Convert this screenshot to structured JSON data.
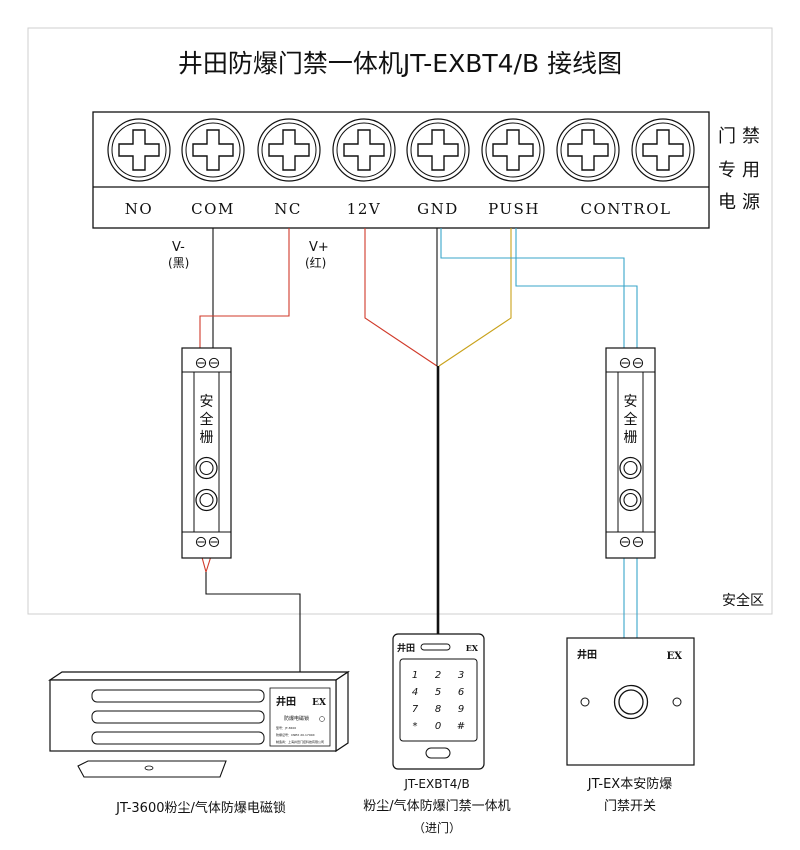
{
  "title": "井田防爆门禁一体机JT-EXBT4/B 接线图",
  "power_supply": {
    "terminals": [
      "NO",
      "COM",
      "NC",
      "12V",
      "GND",
      "PUSH",
      "CONTROL"
    ],
    "side_label": [
      "门禁",
      "专用",
      "电源"
    ]
  },
  "wire_labels": {
    "v_minus": "V-",
    "v_minus_color": "(黑)",
    "v_plus": "V+",
    "v_plus_color": "(红)"
  },
  "barrier_label": [
    "安",
    "全",
    "栅"
  ],
  "safe_zone_label": "安全区",
  "lock": {
    "brand": "井田",
    "ex": "EX",
    "plate_line1": "防爆电磁锁",
    "plate_line2": "型号：JT-3600",
    "plate_line3": "防爆证号：CNEX 20.1790X",
    "plate_line4": "制造商：上海井田门控科技有限公司",
    "caption": "JT-3600粉尘/气体防爆电磁锁"
  },
  "keypad": {
    "brand": "井田",
    "ex": "EX",
    "keys": [
      "1",
      "2",
      "3",
      "4",
      "5",
      "6",
      "7",
      "8",
      "9",
      "*",
      "0",
      "#"
    ],
    "caption_line1": "JT-EXBT4/B",
    "caption_line2": "粉尘/气体防爆门禁一体机",
    "caption_line3": "（进门）"
  },
  "exit_switch": {
    "brand": "井田",
    "ex": "EX",
    "caption_line1": "JT-EX本安防爆",
    "caption_line2": "门禁开关"
  },
  "colors": {
    "line": "#111111",
    "red_wire": "#d03a2a",
    "yellow_wire": "#c9a21b",
    "blue_wire": "#3aa5c9",
    "safe_zone_border": "#cfcfcf"
  }
}
